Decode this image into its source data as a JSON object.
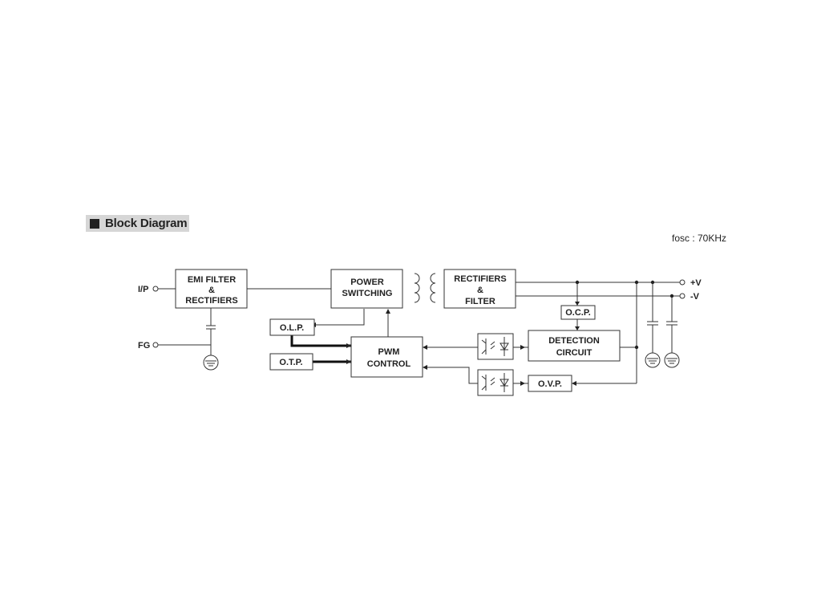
{
  "section": {
    "title": "Block Diagram"
  },
  "fosc": "fosc : 70KHz",
  "terminals": {
    "ip": "I/P",
    "fg": "FG",
    "plus_v": "+V",
    "minus_v": "-V"
  },
  "blocks": {
    "emi": [
      "EMI FILTER",
      "&",
      "RECTIFIERS"
    ],
    "power": [
      "POWER",
      "SWITCHING"
    ],
    "rect": [
      "RECTIFIERS",
      "&",
      "FILTER"
    ],
    "olp": "O.L.P.",
    "otp": "O.T.P.",
    "pwm": [
      "PWM",
      "CONTROL"
    ],
    "ocp": "O.C.P.",
    "detect": [
      "DETECTION",
      "CIRCUIT"
    ],
    "ovp": "O.V.P."
  }
}
